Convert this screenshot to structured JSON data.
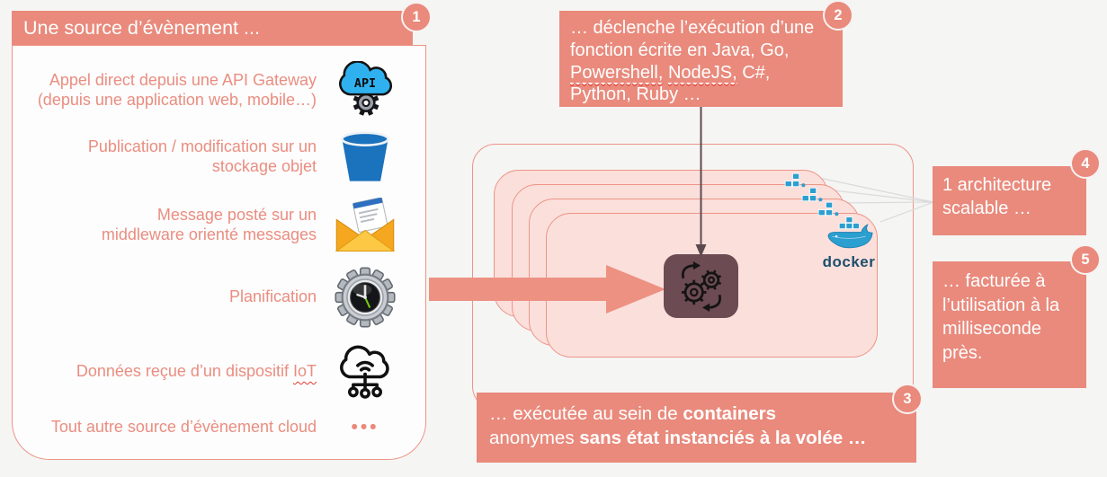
{
  "colors": {
    "accent": "#e98a7c",
    "panel_border": "#ed9486",
    "card_fill": "#fbdfdb",
    "background": "#f5f5f4",
    "docker_blue": "#2b9fd0",
    "gear_box": "#6d4b52",
    "spell_red": "#e0392e"
  },
  "left_panel": {
    "badge": "1",
    "title": "Une source d’évènement ...",
    "items": [
      {
        "icon": "api-gateway-icon",
        "text": "Appel direct depuis une API Gateway\n(depuis une application web, mobile…)"
      },
      {
        "icon": "object-storage-bucket-icon",
        "text": "Publication / modification sur un\nstockage objet"
      },
      {
        "icon": "message-envelope-icon",
        "text": "Message posté sur un\nmiddleware orienté messages"
      },
      {
        "icon": "schedule-clock-icon",
        "text": "Planification"
      },
      {
        "icon": "iot-device-icon",
        "segments": [
          {
            "t": "Données reçue d’un dispositif ",
            "c": ""
          },
          {
            "t": "IoT",
            "c": "spell"
          }
        ]
      },
      {
        "icon": "ellipsis-icon",
        "text": "Tout autre source d’évènement cloud",
        "icon_glyph": "•••"
      }
    ]
  },
  "trigger_box": {
    "badge": "2",
    "segments": [
      {
        "t": "… déclenche l’exécution d’une\nfonction écrite en Java, Go,\n",
        "c": ""
      },
      {
        "t": "Powershell,",
        "c": "u spell"
      },
      {
        "t": " ",
        "c": ""
      },
      {
        "t": "NodeJS,",
        "c": "u spell"
      },
      {
        "t": " C#,\nPython, Ruby …",
        "c": ""
      }
    ]
  },
  "containers_box": {
    "badge": "3",
    "segments": [
      {
        "t": "… exécutée au sein de ",
        "c": ""
      },
      {
        "t": "containers",
        "c": "b"
      },
      {
        "t": "\nanonymes ",
        "c": ""
      },
      {
        "t": "sans état instanciés à la volée …",
        "c": "b"
      }
    ]
  },
  "scalable_box": {
    "badge": "4",
    "text": "1 architecture\nscalable …"
  },
  "billing_box": {
    "badge": "5",
    "text": "… facturée à\nl’utilisation à la\nmilliseconde\nprès."
  },
  "docker_logo": {
    "label": "docker"
  },
  "api_icon": {
    "label": "API"
  }
}
